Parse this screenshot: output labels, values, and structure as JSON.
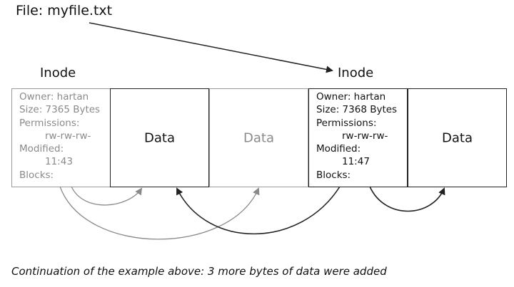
{
  "file_label": "File: myfile.txt",
  "old_inode": {
    "title": "Inode",
    "owner": "Owner: hartan",
    "size": "Size: 7365 Bytes",
    "permissions_label": "Permissions:",
    "permissions": "rw-rw-rw-",
    "modified_label": "Modified:",
    "modified": "11:43",
    "blocks_label": "Blocks:"
  },
  "new_inode": {
    "title": "Inode",
    "owner": "Owner: hartan",
    "size": "Size: 7368 Bytes",
    "permissions_label": "Permissions:",
    "permissions": "rw-rw-rw-",
    "modified_label": "Modified:",
    "modified": "11:47",
    "blocks_label": "Blocks:"
  },
  "data_blocks": [
    "Data",
    "Data",
    "Data"
  ],
  "caption": "Continuation of the example above: 3 more bytes of data were added",
  "colors": {
    "active": "#222222",
    "inactive": "#8a8a8a"
  }
}
